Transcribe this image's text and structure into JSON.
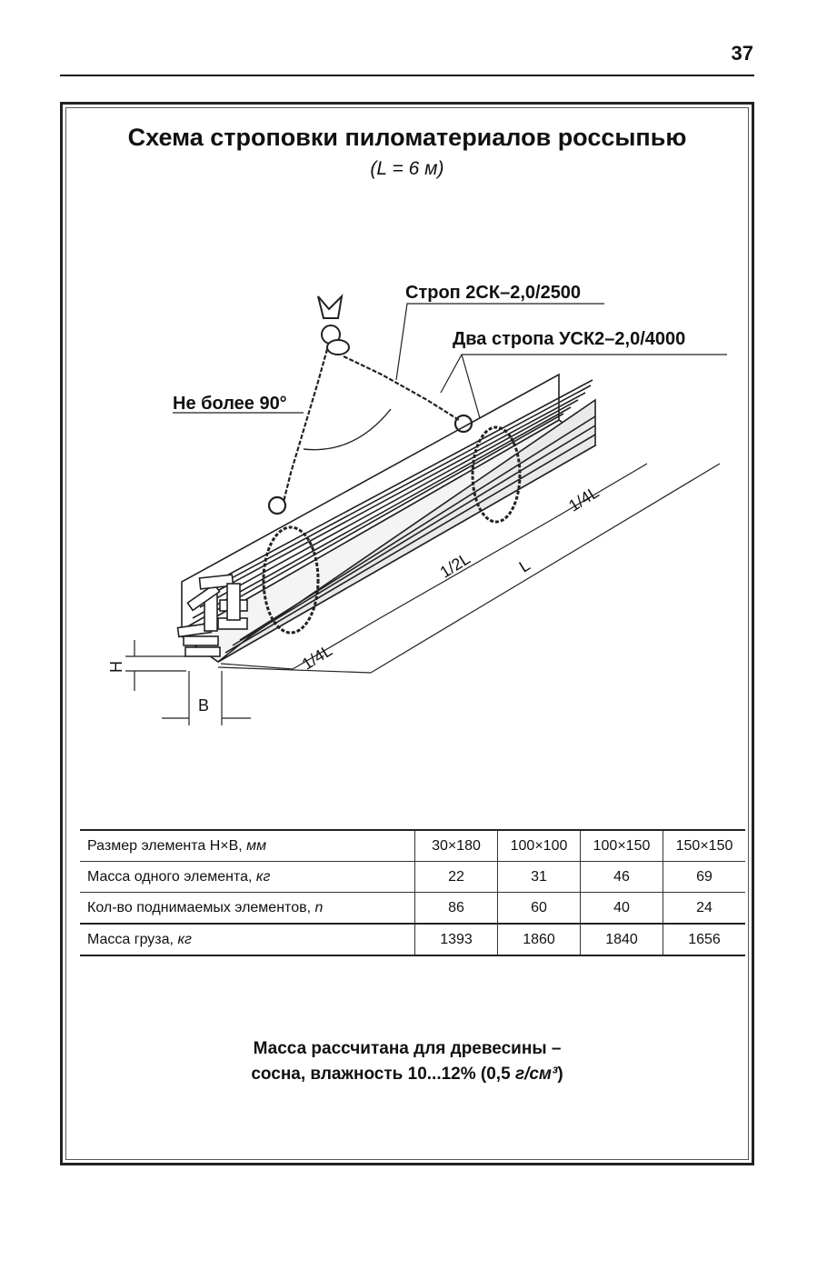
{
  "page_number": "37",
  "title": "Схема строповки пиломатериалов россыпью",
  "subtitle": "(L = 6 м)",
  "diagram": {
    "label_sling_main": "Строп 2СК–2,0/2500",
    "label_sling_pair": "Два стропа УСК2–2,0/4000",
    "label_angle": "Не более 90°",
    "dim_quarter_left": "1/4L",
    "dim_half": "1/2L",
    "dim_quarter_right": "1/4L",
    "dim_total": "L",
    "dim_height": "H",
    "dim_width": "B"
  },
  "table": {
    "rows": [
      {
        "name": "Размер элемента H×B, ",
        "unit": "мм",
        "values": [
          "30×180",
          "100×100",
          "100×150",
          "150×150"
        ]
      },
      {
        "name": "Масса одного элемента, ",
        "unit": "кг",
        "values": [
          "22",
          "31",
          "46",
          "69"
        ]
      },
      {
        "name": "Кол-во поднимаемых элементов, ",
        "unit": "n",
        "values": [
          "86",
          "60",
          "40",
          "24"
        ]
      },
      {
        "name": "Масса груза, ",
        "unit": "кг",
        "values": [
          "1393",
          "1860",
          "1840",
          "1656"
        ]
      }
    ]
  },
  "note": {
    "line1": "Масса рассчитана для древесины –",
    "line2_text": "сосна, влажность 10...12% (0,5 ",
    "line2_unit": "г/см³",
    "line2_end": ")"
  }
}
